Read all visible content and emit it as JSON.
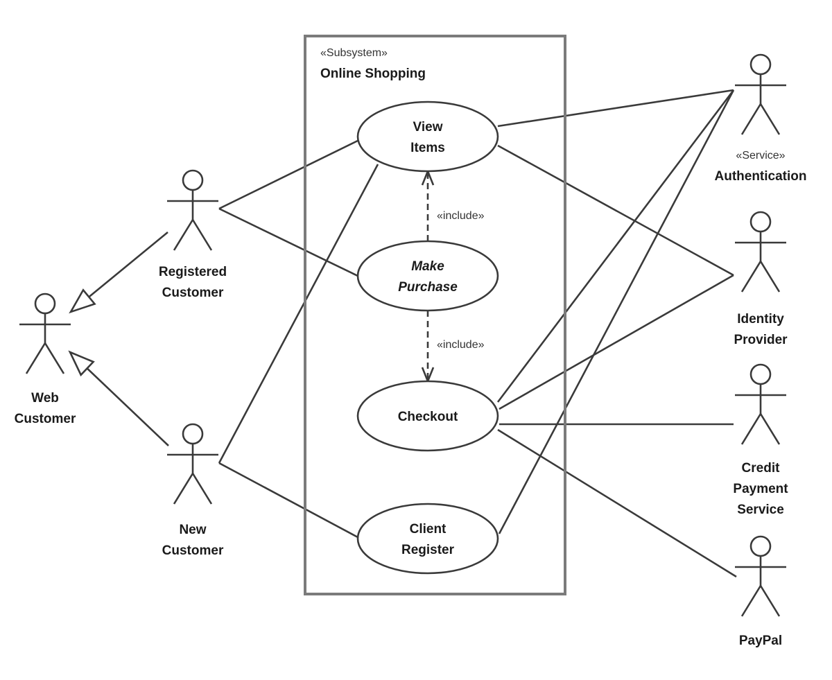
{
  "diagram": {
    "type": "UML use case diagram",
    "subsystem": {
      "stereotype": "«Subsystem»",
      "name": "Online Shopping"
    },
    "use_cases": [
      {
        "id": "view-items",
        "lines": [
          "View",
          "Items"
        ],
        "abstract": false
      },
      {
        "id": "make-purchase",
        "lines": [
          "Make",
          "Purchase"
        ],
        "abstract": true
      },
      {
        "id": "checkout",
        "lines": [
          "Checkout"
        ],
        "abstract": false
      },
      {
        "id": "client-register",
        "lines": [
          "Client",
          "Register"
        ],
        "abstract": false
      }
    ],
    "actors": [
      {
        "id": "web-customer",
        "lines": [
          "Web",
          "Customer"
        ],
        "stereotype": ""
      },
      {
        "id": "registered-customer",
        "lines": [
          "Registered",
          "Customer"
        ],
        "stereotype": ""
      },
      {
        "id": "new-customer",
        "lines": [
          "New",
          "Customer"
        ],
        "stereotype": ""
      },
      {
        "id": "authentication",
        "lines": [
          "Authentication"
        ],
        "stereotype": "«Service»"
      },
      {
        "id": "identity-provider",
        "lines": [
          "Identity",
          "Provider"
        ],
        "stereotype": ""
      },
      {
        "id": "credit-payment-service",
        "lines": [
          "Credit",
          "Payment",
          "Service"
        ],
        "stereotype": ""
      },
      {
        "id": "paypal",
        "lines": [
          "PayPal"
        ],
        "stereotype": ""
      }
    ],
    "relationships": [
      {
        "kind": "generalization",
        "from": "registered-customer",
        "to": "web-customer"
      },
      {
        "kind": "generalization",
        "from": "new-customer",
        "to": "web-customer"
      },
      {
        "kind": "include",
        "from": "make-purchase",
        "to": "view-items",
        "label": "«include»"
      },
      {
        "kind": "include",
        "from": "make-purchase",
        "to": "checkout",
        "label": "«include»"
      },
      {
        "kind": "association",
        "from": "registered-customer",
        "to": "view-items"
      },
      {
        "kind": "association",
        "from": "registered-customer",
        "to": "make-purchase"
      },
      {
        "kind": "association",
        "from": "new-customer",
        "to": "view-items"
      },
      {
        "kind": "association",
        "from": "new-customer",
        "to": "client-register"
      },
      {
        "kind": "association",
        "from": "view-items",
        "to": "authentication"
      },
      {
        "kind": "association",
        "from": "view-items",
        "to": "identity-provider"
      },
      {
        "kind": "association",
        "from": "checkout",
        "to": "authentication"
      },
      {
        "kind": "association",
        "from": "checkout",
        "to": "identity-provider"
      },
      {
        "kind": "association",
        "from": "checkout",
        "to": "credit-payment-service"
      },
      {
        "kind": "association",
        "from": "checkout",
        "to": "paypal"
      },
      {
        "kind": "association",
        "from": "client-register",
        "to": "authentication"
      }
    ]
  }
}
